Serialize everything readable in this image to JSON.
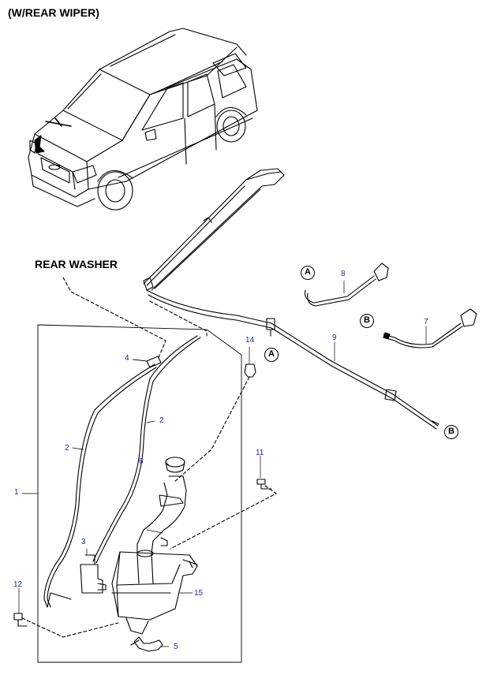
{
  "diagram": {
    "title": "(W/REAR WIPER)",
    "rear_washer_label": "REAR WASHER",
    "ref_markers": [
      "A",
      "A",
      "B",
      "B"
    ],
    "part_numbers": [
      "1",
      "2",
      "2",
      "3",
      "4",
      "5",
      "6",
      "7",
      "8",
      "9",
      "11",
      "12",
      "14",
      "15"
    ],
    "colors": {
      "line": "#000000",
      "part_number": "#1a2aa8"
    }
  }
}
